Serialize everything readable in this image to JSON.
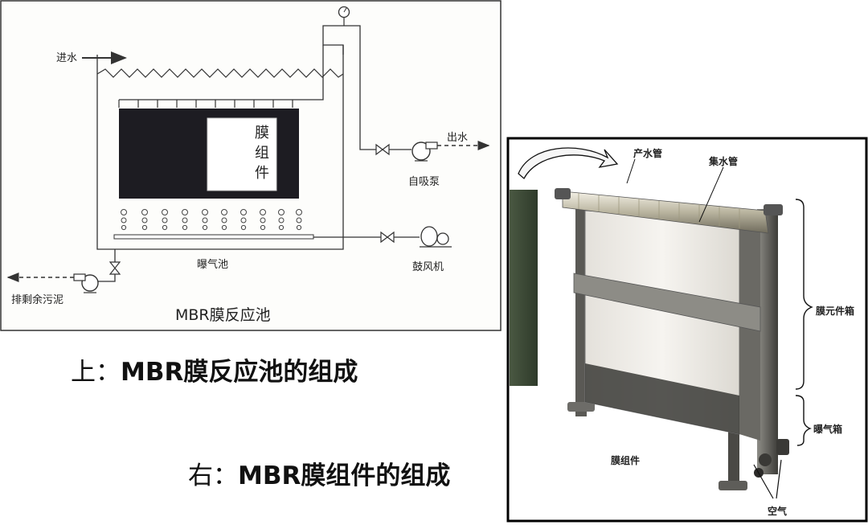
{
  "left_diagram": {
    "inlet": "进水",
    "outlet": "出水",
    "pump": "自吸泵",
    "module": [
      "膜",
      "组",
      "件"
    ],
    "aeration_tank": "曝气池",
    "blower": "鼓风机",
    "sludge": "排剩余污泥",
    "title": "MBR膜反应池"
  },
  "captions": {
    "top_prefix": "上：",
    "top_text": "MBR膜反应池的组成",
    "right_prefix": "右：",
    "right_text": "MBR膜组件的组成"
  },
  "photo_labels": {
    "product_pipe": "产水管",
    "collector_pipe": "集水管",
    "module_box": "膜元件箱",
    "aeration_box": "曝气箱",
    "membrane_module": "膜组件",
    "air": "空气"
  },
  "colors": {
    "frame": "#000000",
    "module_fill": "#1d1c22",
    "panel": "#f3f1ec",
    "green_wall": "#3e4c38"
  }
}
